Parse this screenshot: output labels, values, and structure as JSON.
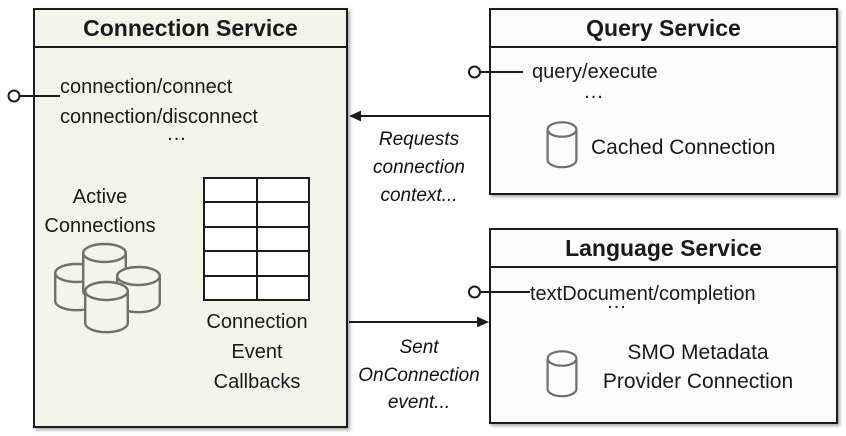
{
  "colors": {
    "connection_fill": "#f3f5ea",
    "service_fill": "#fcfcfc",
    "border": "#1c1c1c",
    "cylinder_stroke": "#6f6f6f"
  },
  "connection_service": {
    "title": "Connection Service",
    "method_1": "connection/connect",
    "method_2": "connection/disconnect",
    "ellipsis": "...",
    "active_connections": {
      "line_1": "Active",
      "line_2": "Connections"
    },
    "callbacks_label": {
      "line_1": "Connection",
      "line_2": "Event",
      "line_3": "Callbacks"
    }
  },
  "query_service": {
    "title": "Query Service",
    "method_1": "query/execute",
    "ellipsis": "...",
    "cached_connection_label": "Cached Connection"
  },
  "language_service": {
    "title": "Language Service",
    "method_1": "textDocument/completion",
    "ellipsis": "...",
    "provider_label": {
      "line_1": "SMO Metadata",
      "line_2": "Provider Connection"
    }
  },
  "arrows": {
    "requests": {
      "line_1": "Requests",
      "line_2": "connection",
      "line_3": "context..."
    },
    "sent": {
      "line_1": "Sent",
      "line_2": "OnConnection",
      "line_3": "event..."
    }
  }
}
